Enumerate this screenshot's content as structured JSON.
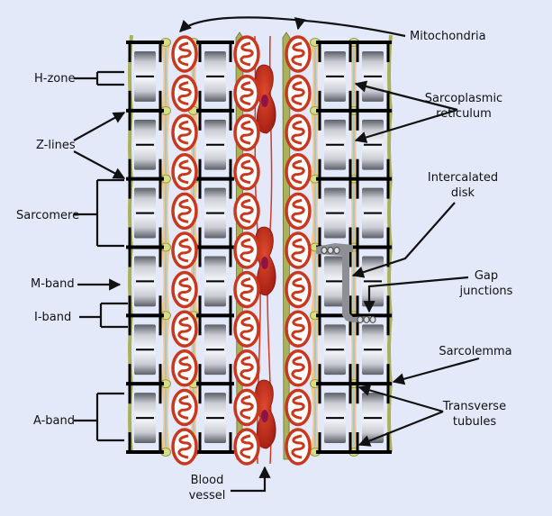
{
  "diagram": {
    "subject": "Cardiac muscle tissue structure",
    "colors": {
      "background": "#e4e9f9",
      "sarcolemma": "#a9b25a",
      "mitochondrion": "#c9381e",
      "red_blood_cell": "#c4271a",
      "nucleus": "#8e1445",
      "t_tubule": "#d8dd8a",
      "sarcoplasmic_reticulum": "#f2c27c",
      "z_line": "#000000",
      "intercalated_disk": "#8d8f95"
    },
    "structure": {
      "sarcomeres_per_myofibril": 6,
      "mitochondria_per_column": 11,
      "myofibril_columns": 4,
      "mitochondria_columns": 3,
      "red_blood_cells": 3
    },
    "labels": {
      "h_zone": "H-zone",
      "z_lines": "Z-lines",
      "sarcomere": "Sarcomere",
      "m_band": "M-band",
      "i_band": "I-band",
      "a_band": "A-band",
      "mitochondria": "Mitochondria",
      "sarcoplasmic_reticulum_1": "Sarcoplasmic",
      "sarcoplasmic_reticulum_2": "reticulum",
      "intercalated_disk_1": "Intercalated",
      "intercalated_disk_2": "disk",
      "gap_junctions_1": "Gap",
      "gap_junctions_2": "junctions",
      "sarcolemma": "Sarcolemma",
      "transverse_tubules_1": "Transverse",
      "transverse_tubules_2": "tubules",
      "blood_vessel_1": "Blood",
      "blood_vessel_2": "vessel"
    }
  }
}
